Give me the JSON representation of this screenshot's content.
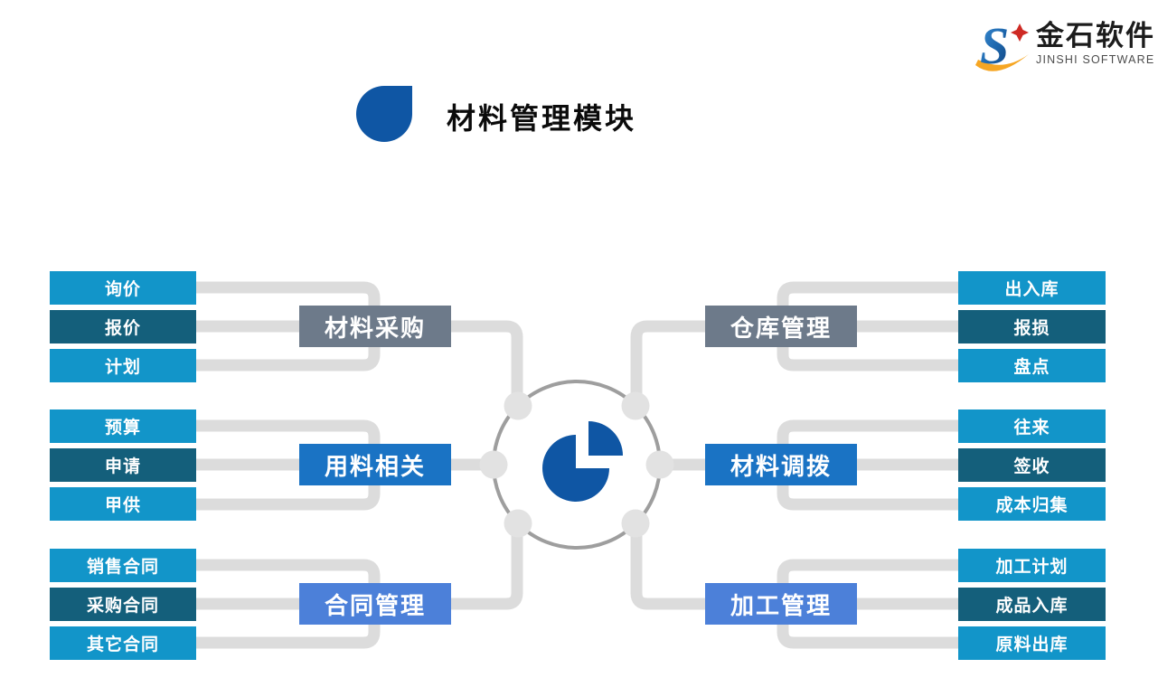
{
  "logo": {
    "brand_cn": "金石软件",
    "brand_en": "JINSHI SOFTWARE"
  },
  "title": "材料管理模块",
  "colors": {
    "item_light_blue": "#1295C9",
    "item_dark_teal": "#145F7B",
    "branch_gray": "#6D7A8A",
    "branch_medium_blue": "#1A73C4",
    "branch_cornflower_blue": "#4C80D9",
    "deep_blue_accent": "#0F56A4",
    "connector_gray": "#DCDCDC",
    "hub_ring_gray": "#9E9E9E",
    "hub_dot_gray": "#E2E2E2",
    "logo_orange": "#F6A623",
    "logo_red": "#CE2A24"
  },
  "diagram": {
    "center_icon": "pie-chart-icon",
    "left_groups": [
      {
        "label": "材料采购",
        "items": [
          "询价",
          "报价",
          "计划"
        ]
      },
      {
        "label": "用料相关",
        "items": [
          "预算",
          "申请",
          "甲供"
        ]
      },
      {
        "label": "合同管理",
        "items": [
          "销售合同",
          "采购合同",
          "其它合同"
        ]
      }
    ],
    "right_groups": [
      {
        "label": "仓库管理",
        "items": [
          "出入库",
          "报损",
          "盘点"
        ]
      },
      {
        "label": "材料调拨",
        "items": [
          "往来",
          "签收",
          "成本归集"
        ]
      },
      {
        "label": "加工管理",
        "items": [
          "加工计划",
          "成品入库",
          "原料出库"
        ]
      }
    ]
  }
}
